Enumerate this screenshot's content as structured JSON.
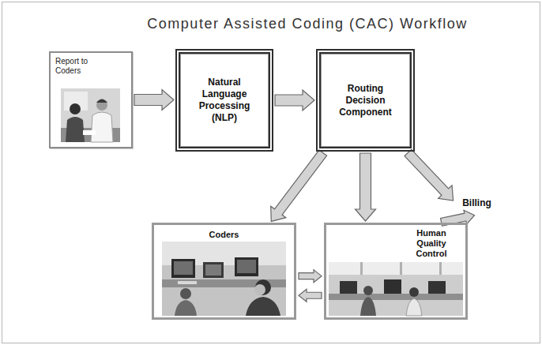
{
  "diagram": {
    "title": "Computer Assisted Coding (CAC) Workflow",
    "nodes": [
      {
        "text": [
          "Report to Coders"
        ]
      },
      {
        "text": [
          "Natural Language Processing (NLP)"
        ]
      },
      {
        "text": [
          "Routing Decision Component"
        ]
      },
      {
        "text": [
          "Coders"
        ]
      },
      {
        "text": [
          "Human Quality Control"
        ]
      },
      {
        "text": [
          "Billing"
        ]
      }
    ],
    "edges": [
      {
        "from": 0,
        "to": 1,
        "arrow": "to"
      },
      {
        "from": 1,
        "to": 2,
        "arrow": "to"
      },
      {
        "from": 2,
        "to": 3,
        "arrow": "to"
      },
      {
        "from": 2,
        "to": 4,
        "arrow": "to"
      },
      {
        "from": 2,
        "to": 5,
        "arrow": "to"
      },
      {
        "from": 3,
        "to": 4,
        "arrow": "to"
      },
      {
        "from": 4,
        "to": 3,
        "arrow": "to"
      },
      {
        "from": 4,
        "to": 5,
        "arrow": "to"
      }
    ]
  }
}
